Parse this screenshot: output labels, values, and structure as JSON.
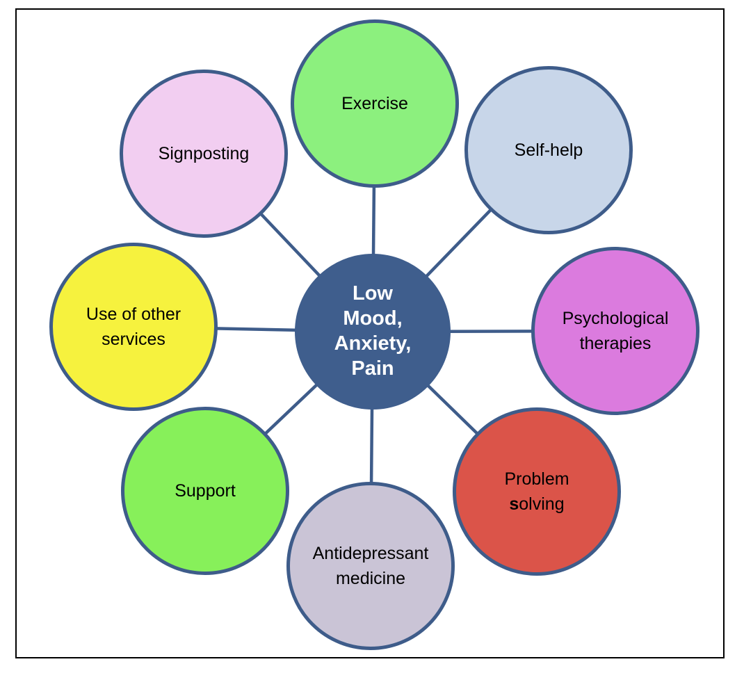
{
  "diagram": {
    "center": {
      "label": "Low\nMood,\nAnxiety,\nPain",
      "fill": "#3F5E8D",
      "text_color": "#FFFFFF"
    },
    "nodes": [
      {
        "id": "exercise",
        "label": "Exercise",
        "fill": "#8CF07E"
      },
      {
        "id": "self-help",
        "label": "Self-help",
        "fill": "#C8D6E9"
      },
      {
        "id": "psychological-therapies",
        "label": "Psychological\ntherapies",
        "fill": "#DB7BDE"
      },
      {
        "id": "problem-solving",
        "label": "Problem solving",
        "label_part1": "Problem\n",
        "label_bold": "s",
        "label_part2": "olving",
        "fill": "#DB5449"
      },
      {
        "id": "antidepressant-medicine",
        "label": "Antidepressant\nmedicine",
        "fill": "#CAC4D6"
      },
      {
        "id": "support",
        "label": "Support",
        "fill": "#87F05A"
      },
      {
        "id": "use-of-other-services",
        "label": "Use of other\nservices",
        "fill": "#F6F23E"
      },
      {
        "id": "signposting",
        "label": "Signposting",
        "fill": "#F2CEF1"
      }
    ],
    "colors": {
      "connector": "#3E5C8A",
      "circle_stroke": "#3E5C8A",
      "node_text": "#000000",
      "border": "#000000"
    }
  }
}
